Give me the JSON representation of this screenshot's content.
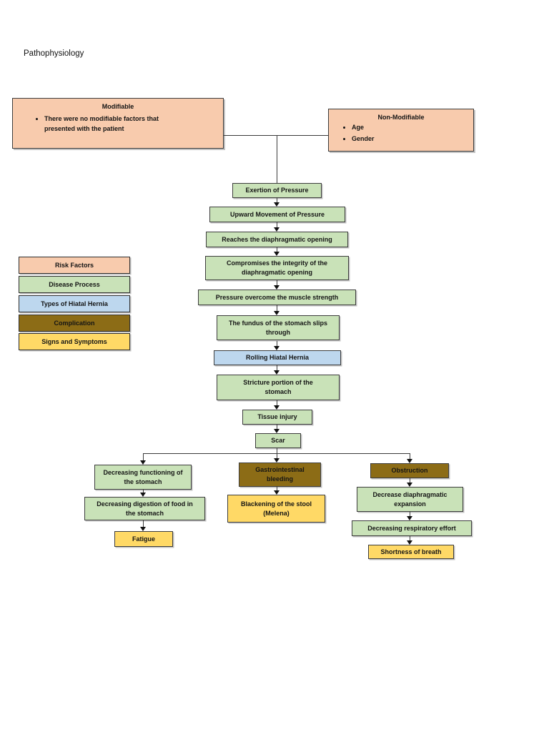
{
  "page": {
    "title": "Pathophysiology"
  },
  "colors": {
    "risk_peach": "#F8CBAD",
    "disease_green": "#C9E2B8",
    "hernia_blue": "#BDD7EE",
    "complication_brown": "#8C6C16",
    "symptom_yellow": "#FFD966"
  },
  "modifiable_box": {
    "title": "Modifiable",
    "bullets": [
      "There were no modifiable factors that presented with the patient"
    ]
  },
  "non_modifiable_box": {
    "title": "Non-Modifiable",
    "bullets": [
      "Age",
      "Gender"
    ]
  },
  "legend": {
    "items": [
      {
        "label": "Risk Factors"
      },
      {
        "label": "Disease Process"
      },
      {
        "label": "Types of Hiatal Hernia"
      },
      {
        "label": "Complication"
      },
      {
        "label": "Signs and Symptoms"
      }
    ]
  },
  "flow": {
    "main_chain": [
      "Exertion of Pressure",
      "Upward Movement of Pressure",
      "Reaches the diaphragmatic opening",
      "Compromises the integrity of the diaphragmatic opening",
      "Pressure overcome the muscle strength",
      "The fundus of the stomach slips through",
      "Rolling Hiatal Hernia",
      "Stricture portion of the stomach",
      "Tissue injury",
      "Scar"
    ],
    "left_branch": [
      "Decreasing functioning of the stomach",
      "Decreasing digestion of food in the stomach",
      "Fatigue"
    ],
    "middle_branch": [
      "Gastrointestinal bleeding",
      "Blackening of the stool (Melena)"
    ],
    "right_branch": [
      "Obstruction",
      "Decrease diaphragmatic expansion",
      "Decreasing respiratory effort",
      "Shortness of breath"
    ]
  }
}
